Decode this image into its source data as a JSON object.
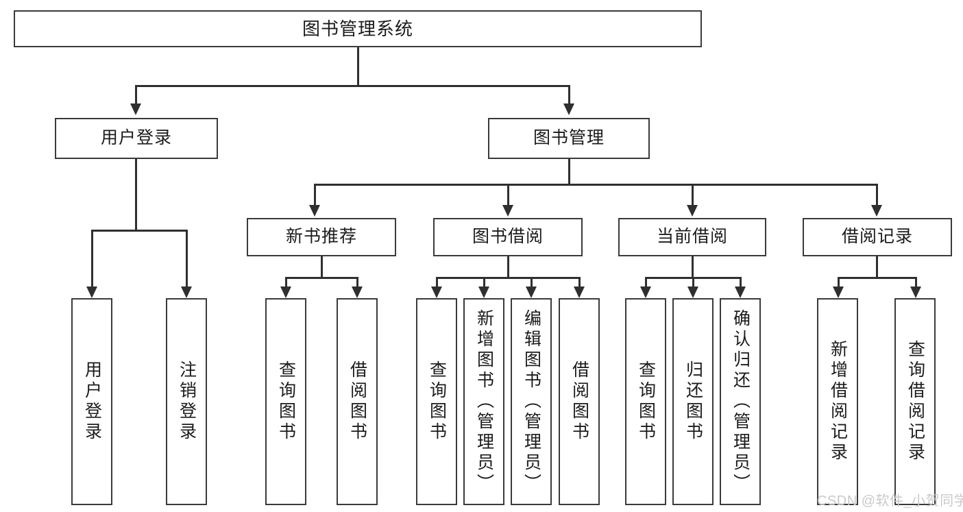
{
  "diagram": {
    "type": "tree-structure-chart",
    "title": "图书管理系统",
    "watermark": "CSDN @软件_小贺同学",
    "colors": {
      "background": "#ffffff",
      "box_border": "#3a3a3a",
      "connector": "#2f2f2f",
      "text": "#1b1b1b",
      "watermark": "#c9c9c9"
    },
    "root": {
      "label": "图书管理系统"
    },
    "level2": [
      {
        "label": "用户登录"
      },
      {
        "label": "图书管理"
      }
    ],
    "level3": [
      {
        "label": "新书推荐"
      },
      {
        "label": "图书借阅"
      },
      {
        "label": "当前借阅"
      },
      {
        "label": "借阅记录"
      }
    ],
    "leaves": {
      "user_login": [
        {
          "label": "用户登录"
        },
        {
          "label": "注销登录"
        }
      ],
      "new_book": [
        {
          "label": "查询图书"
        },
        {
          "label": "借阅图书"
        }
      ],
      "borrow_book": [
        {
          "label": "查询图书"
        },
        {
          "label": "新增图书（管理员）"
        },
        {
          "label": "编辑图书（管理员）"
        },
        {
          "label": "借阅图书"
        }
      ],
      "current_borrow": [
        {
          "label": "查询图书"
        },
        {
          "label": "归还图书"
        },
        {
          "label": "确认归还（管理员）"
        }
      ],
      "borrow_record": [
        {
          "label": "新增借阅记录"
        },
        {
          "label": "查询借阅记录"
        }
      ]
    }
  }
}
